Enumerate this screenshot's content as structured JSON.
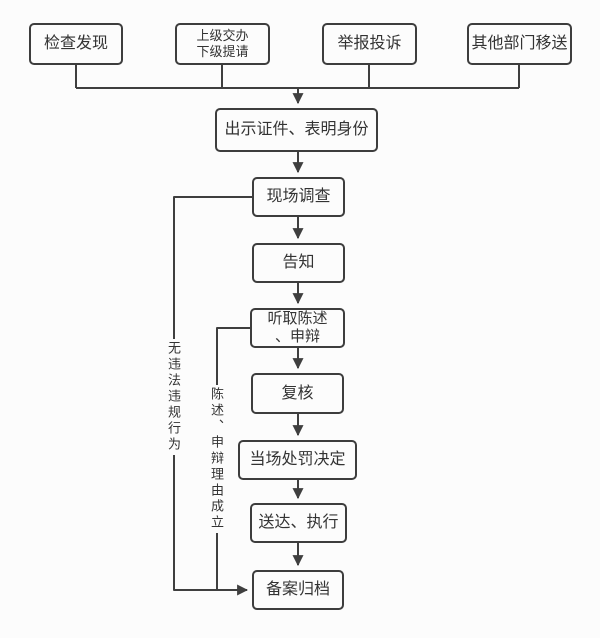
{
  "colors": {
    "background": "#fcfcfc",
    "line": "#3f3f3f",
    "box_border": "#3d3d3d",
    "text": "#333333"
  },
  "flowchart": {
    "sources": [
      {
        "label": "检查发现"
      },
      {
        "label": "上级交办\n下级提请"
      },
      {
        "label": "举报投诉"
      },
      {
        "label": "其他部门移送"
      }
    ],
    "steps": [
      {
        "label": "出示证件、表明身份"
      },
      {
        "label": "现场调查"
      },
      {
        "label": "告知"
      },
      {
        "label": "听取陈述\n、申辩"
      },
      {
        "label": "复核"
      },
      {
        "label": "当场处罚决定"
      },
      {
        "label": "送达、执行"
      },
      {
        "label": "备案归档"
      }
    ],
    "branch_labels": [
      {
        "label": "无违法违规行为"
      },
      {
        "label": "陈述、申辩理由成立"
      }
    ]
  }
}
